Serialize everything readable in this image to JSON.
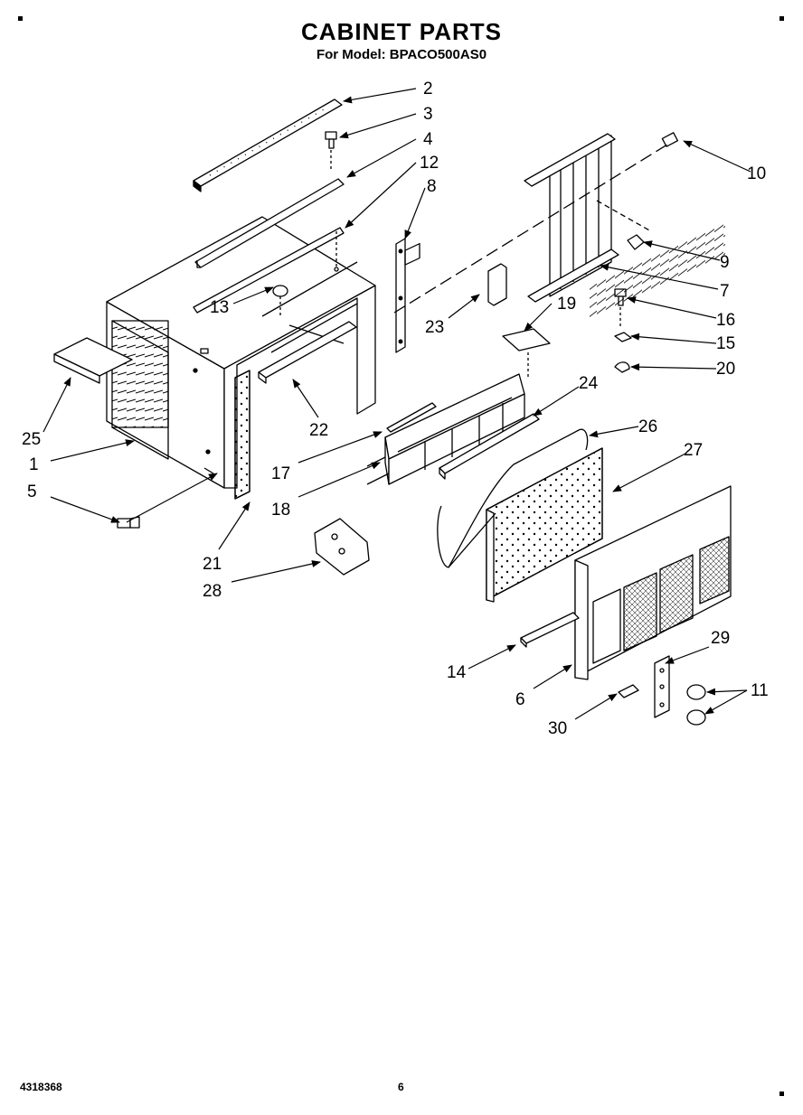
{
  "header": {
    "title": "CABINET PARTS",
    "subtitle": "For Model: BPACO500AS0"
  },
  "footer": {
    "doc_number": "4318368",
    "page_number": "6"
  },
  "callouts": {
    "c1": "1",
    "c2": "2",
    "c3": "3",
    "c4": "4",
    "c5": "5",
    "c6": "6",
    "c7": "7",
    "c8": "8",
    "c9": "9",
    "c10": "10",
    "c11": "11",
    "c12": "12",
    "c13": "13",
    "c14": "14",
    "c15": "15",
    "c16": "16",
    "c17": "17",
    "c18": "18",
    "c19": "19",
    "c20": "20",
    "c21": "21",
    "c22": "22",
    "c23": "23",
    "c24": "24",
    "c25": "25",
    "c26": "26",
    "c27": "27",
    "c28": "28",
    "c29": "29",
    "c30": "30"
  }
}
